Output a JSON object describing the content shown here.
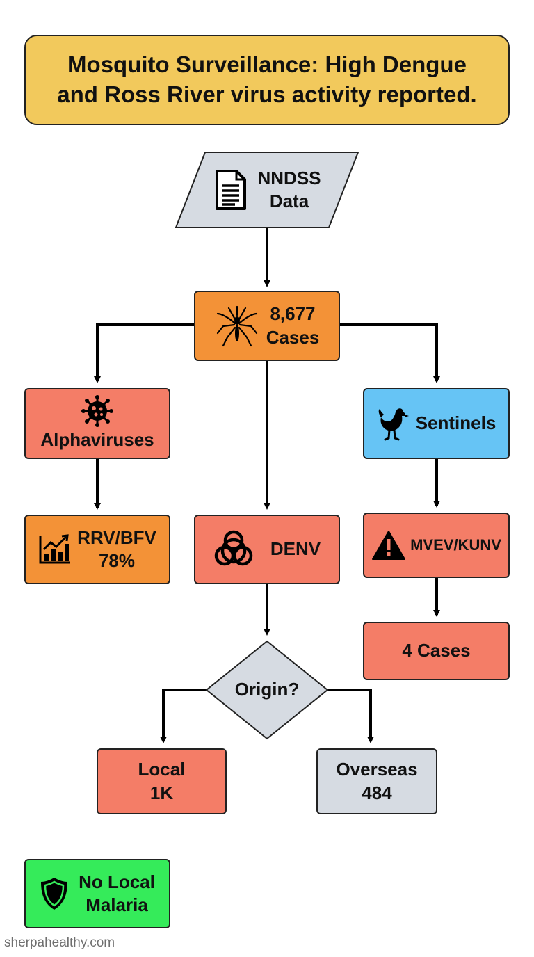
{
  "title": "Mosquito Surveillance: High Dengue\nand Ross River virus activity reported.",
  "nodes": {
    "nndss": {
      "label": "NNDSS\nData",
      "icon": "document-icon"
    },
    "cases": {
      "label": "8,677\nCases",
      "icon": "mosquito-icon"
    },
    "alphaviruses": {
      "label": "Alphaviruses",
      "icon": "virus-icon"
    },
    "sentinels": {
      "label": "Sentinels",
      "icon": "chicken-icon"
    },
    "rrv_bfv": {
      "label": "RRV/BFV\n78%",
      "icon": "bar-chart-icon"
    },
    "denv": {
      "label": "DENV",
      "icon": "biohazard-icon"
    },
    "mvev_kunv": {
      "label": "MVEV/KUNV",
      "icon": "warning-icon"
    },
    "four_cases": {
      "label": "4 Cases"
    },
    "origin": {
      "label": "Origin?"
    },
    "local": {
      "label": "Local\n1K"
    },
    "overseas": {
      "label": "Overseas\n484"
    },
    "no_malaria": {
      "label": "No Local\nMalaria",
      "icon": "shield-icon"
    }
  },
  "colors": {
    "title": "#f2c95c",
    "gray": "#d6dbe2",
    "orange": "#f39237",
    "salmon": "#f47d67",
    "blue": "#66c4f5",
    "green": "#35eb5a"
  },
  "watermark": "sherpahealthy.com"
}
